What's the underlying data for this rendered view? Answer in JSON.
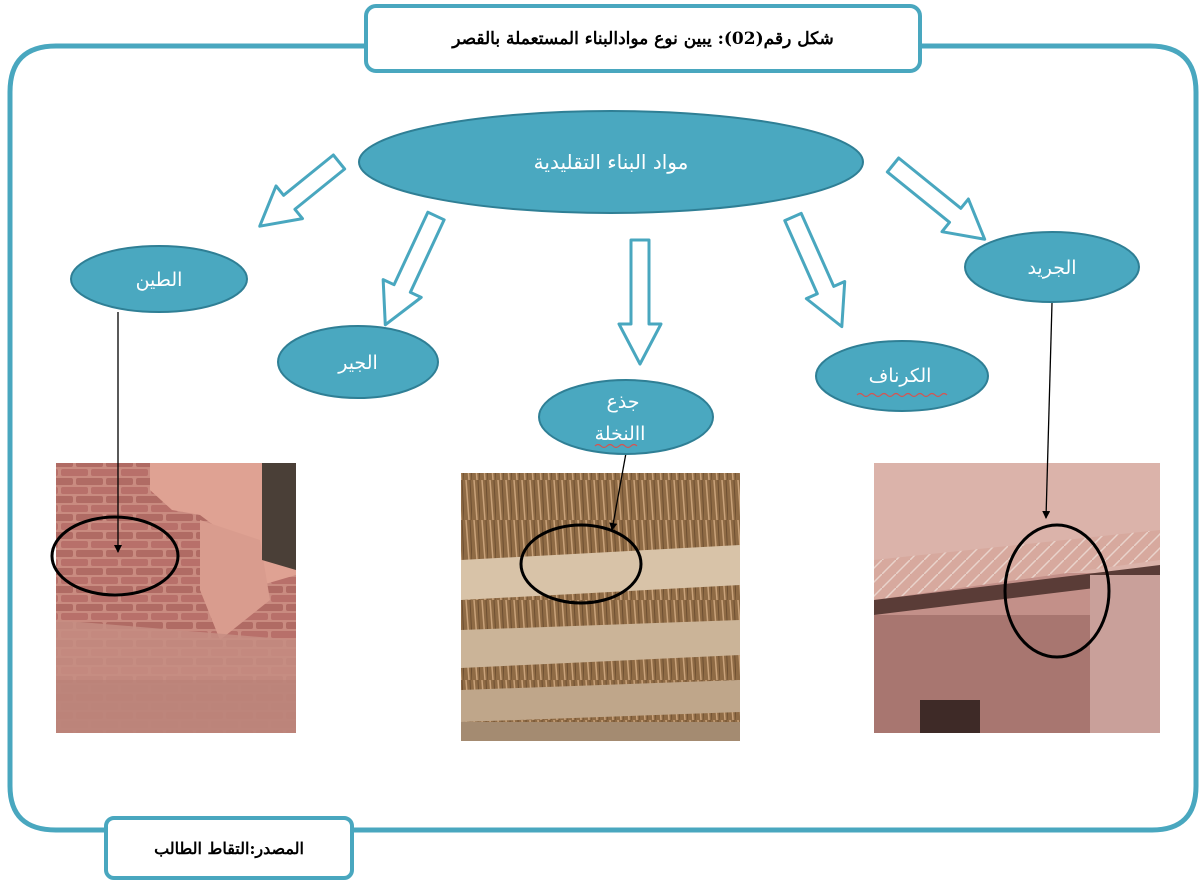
{
  "figure": {
    "title": "شكل رقم(02): يبين نوع موادالبناء المستعملة بالقصر",
    "source": "المصدر:التقاط الطالب"
  },
  "nodes": {
    "root": "مواد البناء التقليدية",
    "clay": "الطين",
    "lime": "الجير",
    "trunk_line1": "جذع",
    "trunk_line2": "االنخلة",
    "karnaf": "الكرناف",
    "jarid": "الجريد"
  },
  "colors": {
    "frame": "#49a7bf",
    "node_fill": "#4aa8c0",
    "node_stroke": "#2f7f95",
    "node_text": "#ffffff",
    "connector": "#000000",
    "spellcheck_underline": "#d9534f"
  },
  "photos": [
    {
      "subject": "mud-brick-wall",
      "highlight": "brick-courses"
    },
    {
      "subject": "palm-trunk-ceiling",
      "highlight": "palm-trunk-beam"
    },
    {
      "subject": "ceiling-edge-with-palm-fronds",
      "highlight": "palm-fronds"
    }
  ]
}
